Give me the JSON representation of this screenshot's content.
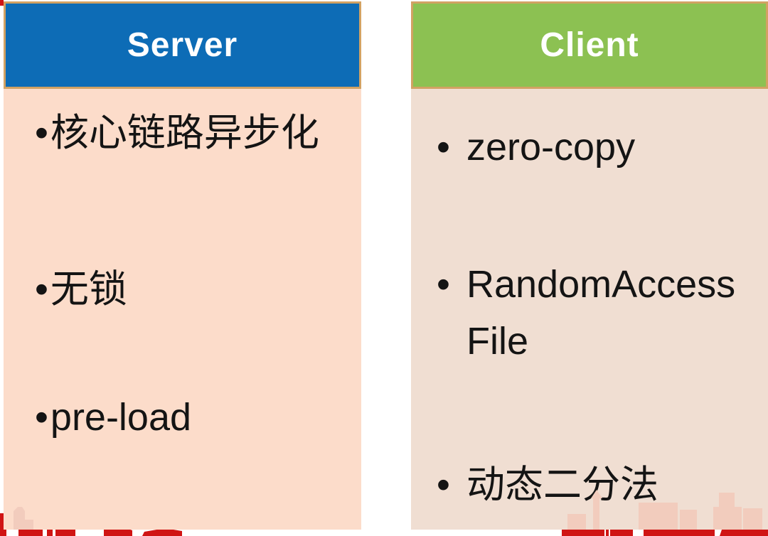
{
  "colors": {
    "server-header-bg": "#0d6cb6",
    "client-header-bg": "#8cc152",
    "header-border": "#d2a263",
    "server-body-bg": "#fcdcca",
    "client-body-bg": "#f0ded2",
    "header-text": "#ffffff",
    "text": "#141414",
    "skyline-red": "#d01414",
    "skyline-faint": "#f2ccbd"
  },
  "columns": [
    {
      "id": "server",
      "header": "Server",
      "items": [
        {
          "bullet": "•",
          "text": "核心链路异步化"
        },
        {
          "bullet": "•",
          "text": "无锁"
        },
        {
          "bullet": "•",
          "text": "pre-load"
        }
      ]
    },
    {
      "id": "client",
      "header": "Client",
      "items": [
        {
          "bullet": "•",
          "text": "zero-copy"
        },
        {
          "bullet": "•",
          "text": "RandomAccess",
          "text2": "File"
        },
        {
          "bullet": "•",
          "text": "动态二分法"
        }
      ]
    }
  ],
  "decorations": {
    "bottom_left": "city-skyline-left",
    "bottom_right": "city-skyline-right",
    "top_left": "red-corner-fragment"
  }
}
